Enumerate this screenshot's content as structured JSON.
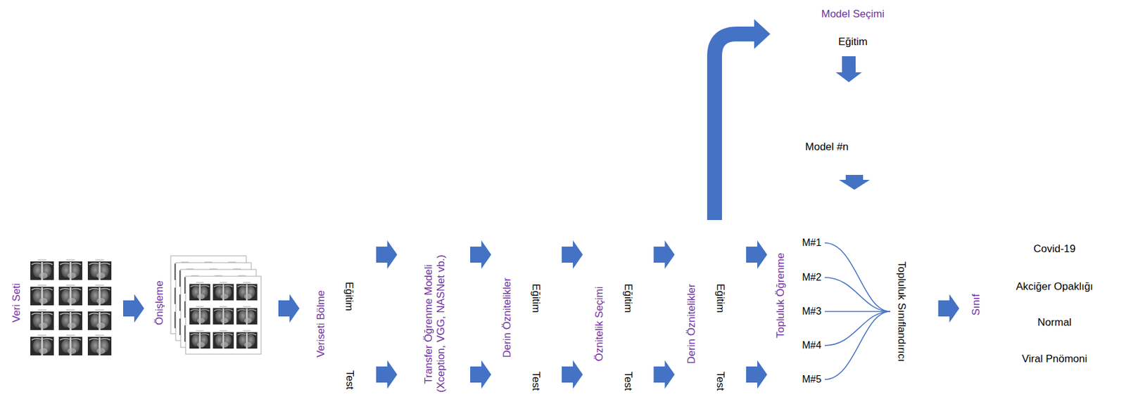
{
  "diagram": {
    "nodes": [
      {
        "text": [
          "Veri Seti"
        ]
      },
      {
        "text": [
          "Önişleme"
        ]
      },
      {
        "text": [
          "Veriseti Bölme"
        ]
      },
      {
        "text": [
          "Eğitim"
        ],
        "in": 2
      },
      {
        "text": [
          "Test"
        ],
        "in": 2
      },
      {
        "text": [
          "Transfer Öğrenme Modeli (Xception, VGG, NASNet vb.)"
        ]
      },
      {
        "text": [
          "Derin Öznitelikler"
        ]
      },
      {
        "text": [
          "Eğitim"
        ],
        "in": 6
      },
      {
        "text": [
          "Test"
        ],
        "in": 6
      },
      {
        "text": [
          "Öznitelik Seçimi"
        ]
      },
      {
        "text": [
          "Eğitim"
        ],
        "in": 9
      },
      {
        "text": [
          "Test"
        ],
        "in": 9
      },
      {
        "text": [
          "Derin Öznitelikler"
        ]
      },
      {
        "text": [
          "Eğitim"
        ],
        "in": 12
      },
      {
        "text": [
          "Test"
        ],
        "in": 12
      },
      {
        "text": [
          "Model Seçimi"
        ]
      },
      {
        "text": [
          "Eğitim"
        ],
        "in": 15
      },
      {
        "text": [
          "Model #n"
        ],
        "in": 15
      },
      {
        "text": [
          "Topluluk Öğrenme"
        ]
      },
      {
        "text": [
          "M#1"
        ],
        "in": 18
      },
      {
        "text": [
          "M#2"
        ],
        "in": 18
      },
      {
        "text": [
          "M#3"
        ],
        "in": 18
      },
      {
        "text": [
          "M#4"
        ],
        "in": 18
      },
      {
        "text": [
          "M#5"
        ],
        "in": 18
      },
      {
        "text": [
          "Topluluk Sınıflandırıcı"
        ],
        "in": 18
      },
      {
        "text": [
          "Sınıf"
        ]
      },
      {
        "text": [
          "Covid-19"
        ],
        "in": 25
      },
      {
        "text": [
          "Akciğer Opaklığı"
        ],
        "in": 25
      },
      {
        "text": [
          "Normal"
        ],
        "in": 25
      },
      {
        "text": [
          "Viral Pnömoni"
        ],
        "in": 25
      }
    ],
    "edges": [
      {
        "from": 0,
        "to": 1,
        "arrow": "to"
      },
      {
        "from": 1,
        "to": 2,
        "arrow": "to"
      },
      {
        "from": 2,
        "to": 5,
        "arrow": "to"
      },
      {
        "from": 2,
        "to": 5,
        "arrow": "to"
      },
      {
        "from": 5,
        "to": 6,
        "arrow": "to"
      },
      {
        "from": 5,
        "to": 6,
        "arrow": "to"
      },
      {
        "from": 6,
        "to": 9,
        "arrow": "to"
      },
      {
        "from": 6,
        "to": 9,
        "arrow": "to"
      },
      {
        "from": 9,
        "to": 12,
        "arrow": "to"
      },
      {
        "from": 9,
        "to": 12,
        "arrow": "to"
      },
      {
        "from": 12,
        "to": 15,
        "arrow": "to"
      },
      {
        "from": 12,
        "to": 18,
        "arrow": "to"
      },
      {
        "from": 12,
        "to": 18,
        "arrow": "to"
      },
      {
        "from": 15,
        "to": 18,
        "arrow": "to"
      },
      {
        "from": 16,
        "to": 17,
        "arrow": "to"
      },
      {
        "from": 19,
        "to": 24,
        "arrow": "none"
      },
      {
        "from": 20,
        "to": 24,
        "arrow": "none"
      },
      {
        "from": 21,
        "to": 24,
        "arrow": "none"
      },
      {
        "from": 22,
        "to": 24,
        "arrow": "none"
      },
      {
        "from": 23,
        "to": 24,
        "arrow": "none"
      },
      {
        "from": 18,
        "to": 25,
        "arrow": "to"
      }
    ]
  }
}
